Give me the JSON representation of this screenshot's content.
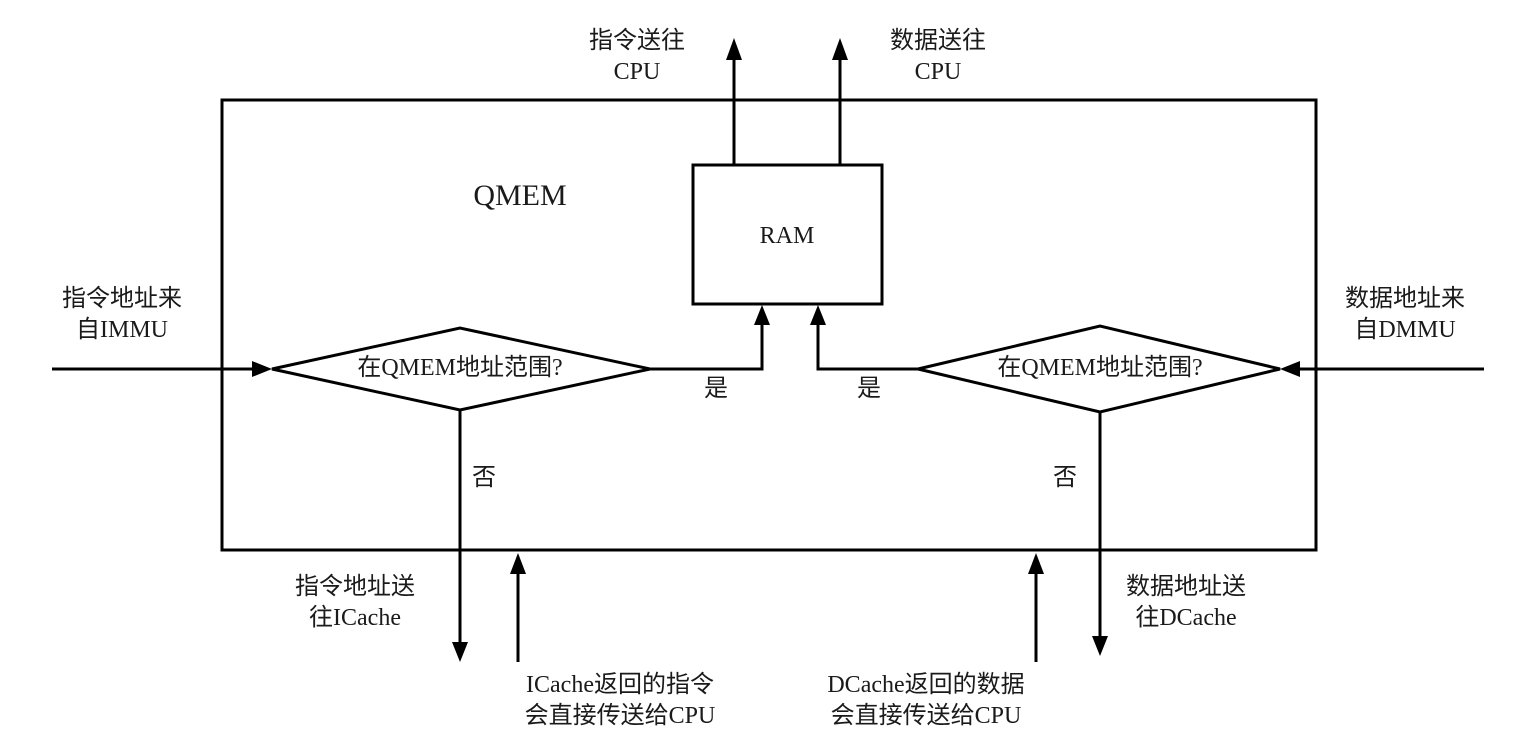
{
  "diagram": {
    "container": {
      "label": "QMEM"
    },
    "ram": {
      "label": "RAM"
    },
    "outputs_top": [
      {
        "line1": "指令送往",
        "line2": "CPU"
      },
      {
        "line1": "数据送往",
        "line2": "CPU"
      }
    ],
    "inputs": {
      "instruction": {
        "line1": "指令地址来",
        "line2": "自IMMU"
      },
      "data": {
        "line1": "数据地址来",
        "line2": "自DMMU"
      }
    },
    "decisions": {
      "left": {
        "label": "在QMEM地址范围?",
        "yes": "是",
        "no": "否"
      },
      "right": {
        "label": "在QMEM地址范围?",
        "yes": "是",
        "no": "否"
      }
    },
    "bottom": {
      "icache_out": {
        "line1": "指令地址送",
        "line2": "往ICache"
      },
      "icache_return": {
        "line1": "ICache返回的指令",
        "line2": "会直接传送给CPU"
      },
      "dcache_return": {
        "line1": "DCache返回的数据",
        "line2": "会直接传送给CPU"
      },
      "dcache_out": {
        "line1": "数据地址送",
        "line2": "往DCache"
      }
    }
  }
}
